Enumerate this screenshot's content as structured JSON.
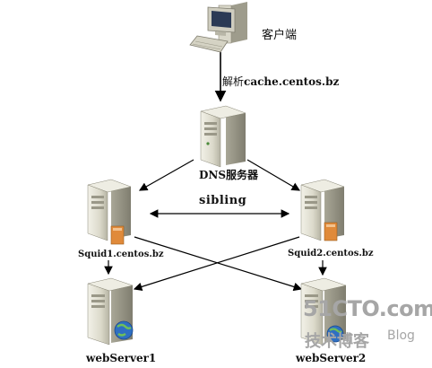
{
  "diagram": {
    "client_label": "客户端",
    "resolve_label_prefix": "解析",
    "resolve_label_host": "cache.centos.bz",
    "dns_label": "DNS服务器",
    "sibling_label": "sibling",
    "squid1_label": "Squid1.centos.bz",
    "squid2_label": "Squid2.centos.bz",
    "web1_label": "webServer1",
    "web2_label": "webServer2"
  },
  "watermark": {
    "domain": "51CTO.com",
    "tagline": "技术博客",
    "blog": "Blog"
  },
  "colors": {
    "server_body": "#d8d6c8",
    "server_dark": "#9a9888",
    "arrow": "#000000",
    "watermark": "#9a9a9a",
    "globe_blue": "#2f6fc2",
    "book_orange": "#e08a3a"
  }
}
